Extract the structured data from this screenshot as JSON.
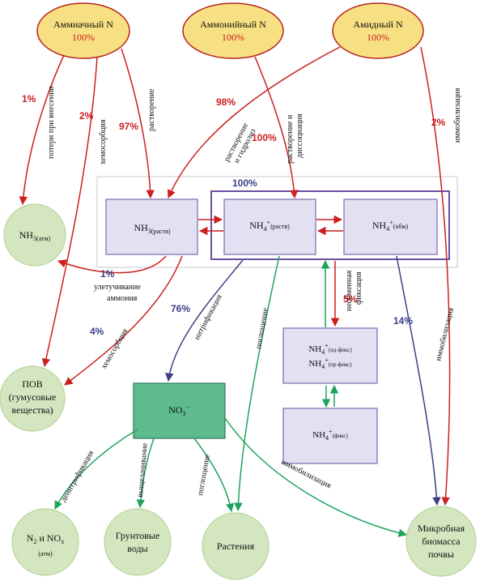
{
  "colors": {
    "red": "#cc1f1f",
    "blue": "#3a3f86",
    "green": "#1fa35b",
    "source_fill": "#f7e083",
    "source_stroke": "#b8231f",
    "sink_fill": "#d3e6bf",
    "sink_stroke": "#b9d49d",
    "box_fill": "#e3e0f2",
    "box_stroke": "#7a69b0",
    "nitrate_fill": "#5dbb8e"
  },
  "sources": {
    "ammonia": {
      "name": "Аммиачный N",
      "pct": "100%"
    },
    "ammonium": {
      "name": "Аммонийный N",
      "pct": "100%"
    },
    "amide": {
      "name": "Амидный N",
      "pct": "100%"
    }
  },
  "pools": {
    "nh3_base": "NH",
    "nh3_sub": "3(раств)",
    "nh4_base": "NH",
    "nh4_sub": "4",
    "nh4_sup": "+",
    "nh4_rastv": "(раств)",
    "nh4_obm": "(обм)",
    "nh4_nd_fiks": "(нд-фикс)",
    "nh4_pr_fiks": "(пр-фикс)",
    "nh4_fiks": "(фикс)",
    "no3_base": "NO",
    "no3_sub": "3",
    "no3_sup": "−"
  },
  "sinks": {
    "nh3_atm_base": "NH",
    "nh3_atm_sub": "3(атм)",
    "pov_line1": "ПОВ",
    "pov_line2": "(гумусовые",
    "pov_line3": "вещества)",
    "n2_base": "N",
    "n2_sub": "2",
    "n2_mid": " и NO",
    "n2_x": "x",
    "n2_atm": "(атм)",
    "ground_line1": "Грунтовые",
    "ground_line2": "воды",
    "plants": "Растения",
    "micro_line1": "Микробная",
    "micro_line2": "биомасса",
    "micro_line3": "почвы"
  },
  "flows": {
    "f1_pct": "1%",
    "f1_label": "потери при внесении",
    "f2_pct": "2%",
    "f2_label": "хемосорбция",
    "f3_pct": "97%",
    "f3_label": "растворение",
    "f4_pct": "98%",
    "f4_label1": "растворение",
    "f4_label2": "и гидролиз",
    "f5_pct": "100%",
    "f5_label1": "растворение и",
    "f5_label2": "диссоциация",
    "f6_pct": "2%",
    "f6_label": "иммобилизация",
    "pool_pct": "100%",
    "volat_pct": "1%",
    "volat_label1": "улетучивание",
    "volat_label2": "аммония",
    "chemo_pct": "4%",
    "chemo_label": "хемосорбция",
    "nitr_pct": "76%",
    "nitr_label": "нитрификация",
    "uptake_label": "поглощение",
    "fix_pct": "5%",
    "fix_label1": "необменная",
    "fix_label2": "фиксация",
    "immob_pct": "14%",
    "immob_label": "иммобилизация",
    "denitr_label": "денитрификация",
    "leach_label": "выщелачивание",
    "no3_uptake_label": "поглощение",
    "no3_immob_label": "иммобилизация"
  }
}
